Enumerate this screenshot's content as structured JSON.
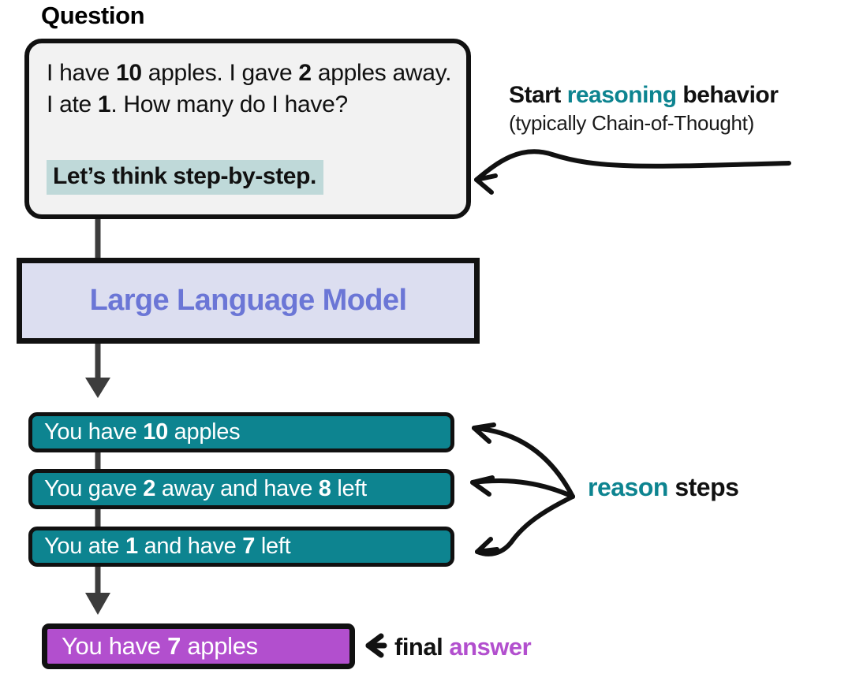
{
  "diagram": {
    "title_label": "Question",
    "question_box": {
      "text_plain": "I have 10 apples. I gave 2 apples away. I ate 1. How many do I have?",
      "text_html": "I have <b>10</b> apples. I gave <b>2</b> apples away. I ate <b>1</b>. How many do I have?",
      "prompt_highlight": "Let’s think step-by-step.",
      "fill_color": "#f2f2f2",
      "highlight_color": "#bfd9d9",
      "border_color": "#111111"
    },
    "llm_box": {
      "label": "Large Language Model",
      "fill_color": "#dcdef0",
      "text_color": "#6b76d6",
      "border_color": "#111111"
    },
    "reason_steps": {
      "fill_color": "#0d8490",
      "text_color": "#ffffff",
      "items": [
        {
          "text_plain": "You have 10 apples",
          "text_html": "You have <b>10</b> apples"
        },
        {
          "text_plain": "You gave 2 away and have 8 left",
          "text_html": "You gave <b>2</b> away and have <b>8</b> left"
        },
        {
          "text_plain": "You ate 1 and have 7 left",
          "text_html": "You ate <b>1</b> and have <b>7</b> left"
        }
      ]
    },
    "final_answer": {
      "text_plain": "You have 7 apples",
      "text_html": "You have <b>7</b> apples",
      "fill_color": "#b24fce",
      "text_color": "#ffffff"
    },
    "annotations": {
      "start_reasoning": {
        "line1_plain": "Start reasoning behavior",
        "line1_html": "Start <span class=\"teal-word\">reasoning</span> behavior",
        "line2": "(typically Chain-of-Thought)",
        "accent_color": "#0d8490"
      },
      "reason_steps": {
        "text_plain": "reason steps",
        "text_html": "<span class=\"teal-word\">reason</span> steps",
        "accent_color": "#0d8490"
      },
      "final_answer": {
        "text_plain": "final answer",
        "text_html": "final <span class=\"purple-word\">answer</span>",
        "accent_color": "#b24fce"
      }
    },
    "connector_color": "#3c3c3c",
    "arrow_color": "#111111"
  }
}
